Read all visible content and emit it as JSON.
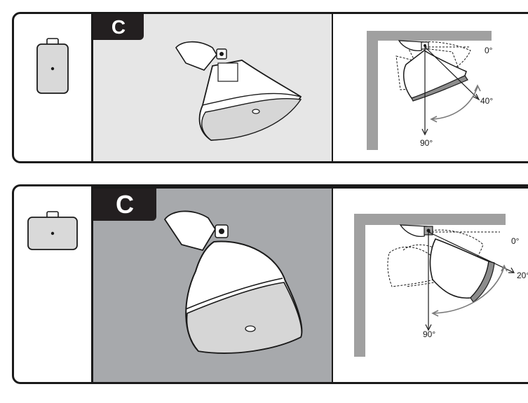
{
  "panels": [
    {
      "id": "portrait",
      "badge": "C",
      "labels": {
        "start": "0°",
        "tilt": "40°",
        "down": "90°"
      }
    },
    {
      "id": "landscape",
      "badge": "C",
      "labels": {
        "start": "0°",
        "tilt": "20°",
        "down": "90°"
      }
    }
  ],
  "colors": {
    "outline": "#1a1a1a",
    "badge_bg": "#231f20",
    "icon_fill": "#d9d9d9",
    "illus_bg_top": "#e6e6e6",
    "illus_bg_bottom": "#a7a9ac",
    "wall": "#a0a0a0"
  }
}
